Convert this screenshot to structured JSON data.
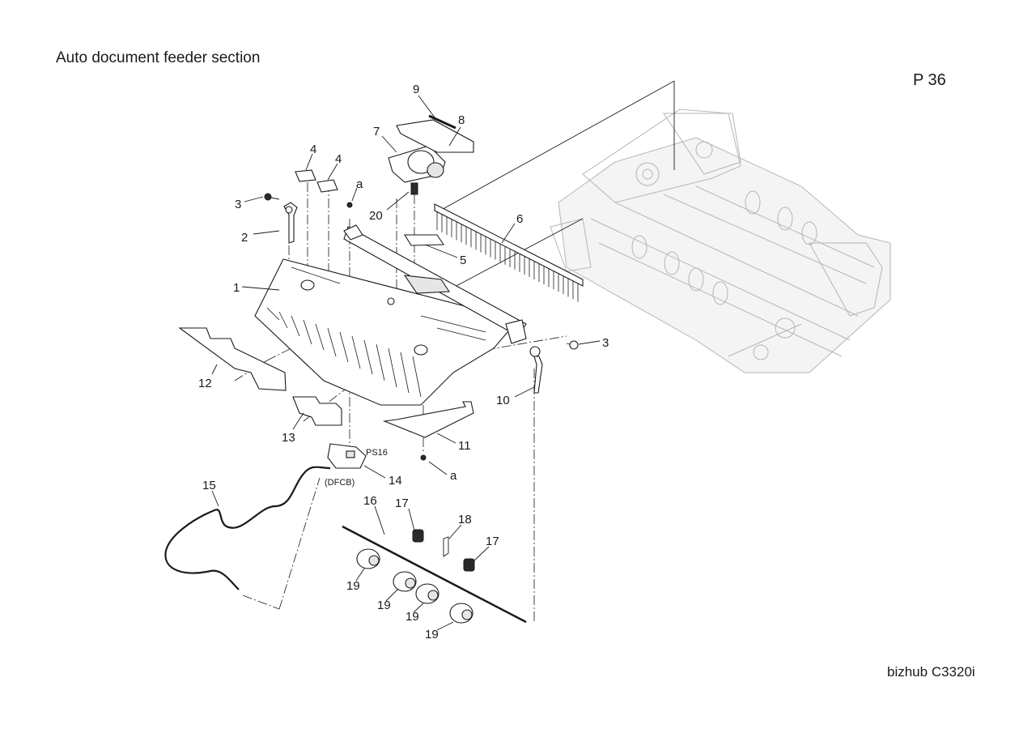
{
  "header": {
    "title": "Auto document feeder section",
    "page": "P 36"
  },
  "footer": {
    "model": "bizhub C3320i"
  },
  "diagram": {
    "callouts": {
      "c1": "1",
      "c2": "2",
      "c3a": "3",
      "c3b": "3",
      "c4a": "4",
      "c4b": "4",
      "c5": "5",
      "c6": "6",
      "c7": "7",
      "c8": "8",
      "c9": "9",
      "c10": "10",
      "c11": "11",
      "c12": "12",
      "c13": "13",
      "c14": "14",
      "c15": "15",
      "c16": "16",
      "c17a": "17",
      "c17b": "17",
      "c18": "18",
      "c19a": "19",
      "c19b": "19",
      "c19c": "19",
      "c19d": "19",
      "c20": "20",
      "ca1": "a",
      "ca2": "a"
    },
    "labels": {
      "sensor": "PS16",
      "board": "(DFCB)"
    }
  }
}
